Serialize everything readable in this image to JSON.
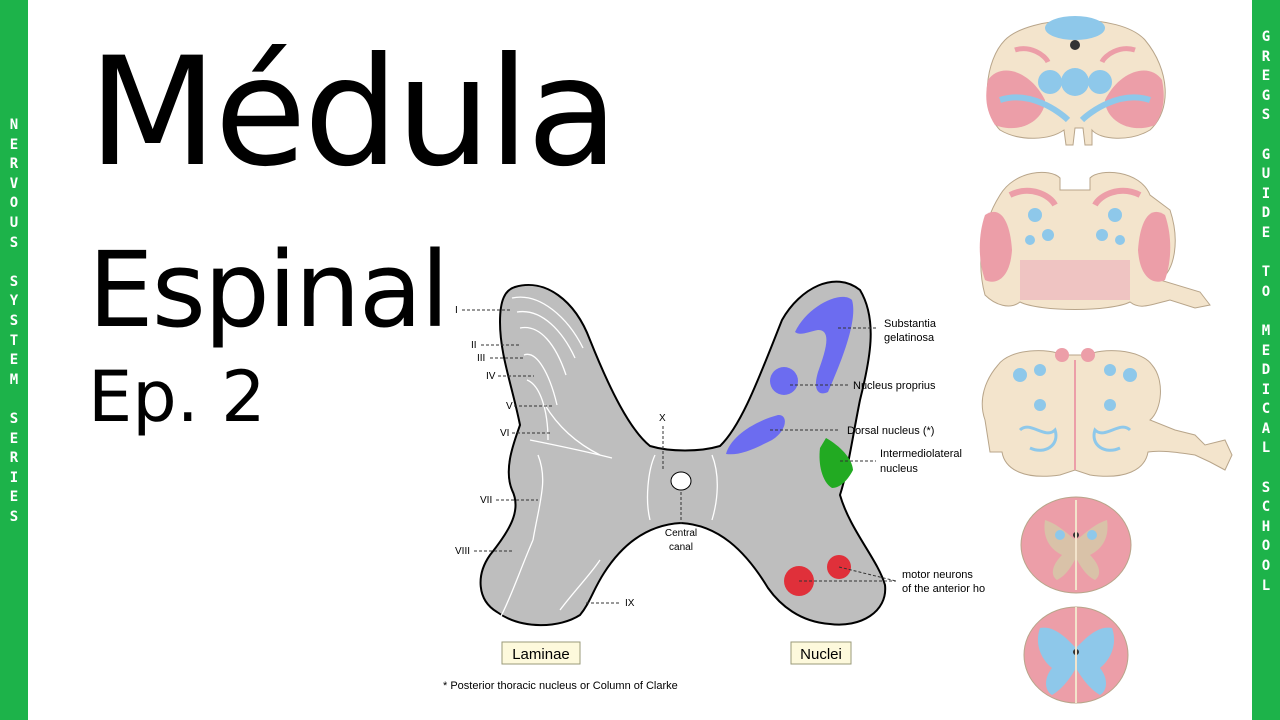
{
  "left_banner": {
    "letters": [
      "N",
      "E",
      "R",
      "V",
      "O",
      "U",
      "S",
      "",
      "S",
      "Y",
      "S",
      "T",
      "E",
      "M",
      "",
      "S",
      "E",
      "R",
      "I",
      "E",
      "S"
    ]
  },
  "right_banner": {
    "letters": [
      "G",
      "R",
      "E",
      "G",
      "S",
      "",
      "G",
      "U",
      "I",
      "D",
      "E",
      "",
      "T",
      "O",
      "",
      "M",
      "E",
      "D",
      "I",
      "C",
      "A",
      "L",
      "",
      "S",
      "C",
      "H",
      "O",
      "O",
      "L"
    ]
  },
  "title": "Médula",
  "subtitle": "Espinal",
  "episode": "Ep. 2",
  "diagram": {
    "laminae": [
      "I",
      "II",
      "III",
      "IV",
      "V",
      "VI",
      "VII",
      "VIII",
      "IX",
      "X"
    ],
    "central_canal": [
      "Central",
      "canal"
    ],
    "nuclei": {
      "substantia": [
        "Substantia",
        "gelatinosa"
      ],
      "proprius": "Nucleus proprius",
      "dorsal": "Dorsal nucleus (*)",
      "intermediolateral": [
        "Intermediolateral",
        "nucleus"
      ],
      "motor": [
        "motor neurons",
        "of the anterior ho"
      ]
    },
    "laminae_box": "Laminae",
    "nuclei_box": "Nuclei",
    "footnote": "* Posterior thoracic nucleus or Column of Clarke",
    "colors": {
      "grey": "#bebebe",
      "substantia": "#6c6cf0",
      "green": "#22aa22",
      "red": "#e0303a"
    }
  },
  "colors": {
    "banner": "#1db34a",
    "cord_beige": "#f3e4cc",
    "tract_pink": "#ec9ea8",
    "nucleus_blue": "#8ec8ea"
  }
}
